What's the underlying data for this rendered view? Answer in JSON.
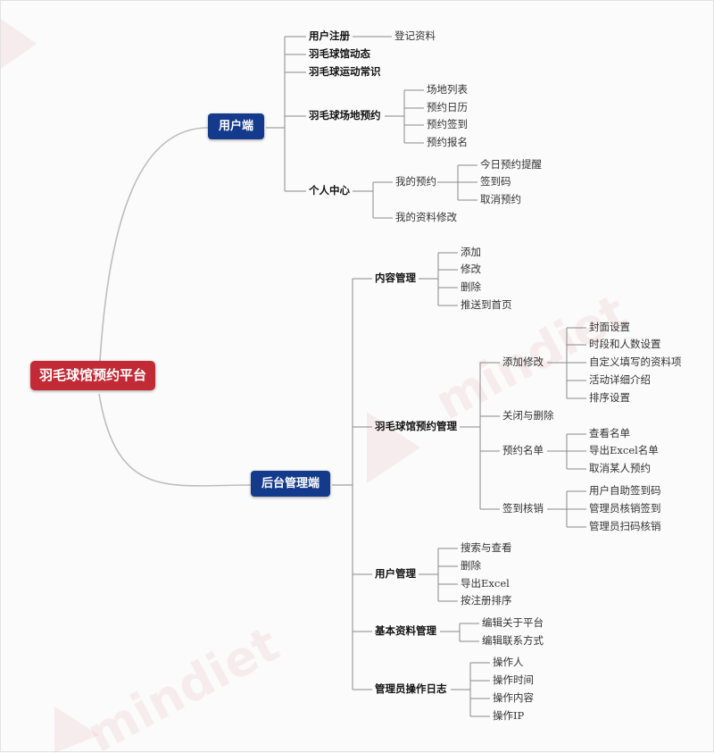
{
  "root": "羽毛球馆预约平台",
  "user_end": {
    "label": "用户端",
    "register": "用户注册",
    "register_info": "登记资料",
    "news": "羽毛球馆动态",
    "knowledge": "羽毛球运动常识",
    "venue_booking": "羽毛球场地预约",
    "venue_list": "场地列表",
    "booking_calendar": "预约日历",
    "booking_checkin": "预约签到",
    "booking_signup": "预约报名",
    "personal_center": "个人中心",
    "my_bookings": "我的预约",
    "today_reminder": "今日预约提醒",
    "checkin_code": "签到码",
    "cancel_booking": "取消预约",
    "my_profile_edit": "我的资料修改"
  },
  "admin_end": {
    "label": "后台管理端",
    "content_mgmt": "内容管理",
    "add": "添加",
    "modify": "修改",
    "delete": "删除",
    "push_home": "推送到首页",
    "venue_booking_mgmt": "羽毛球馆预约管理",
    "add_modify": "添加修改",
    "cover_setting": "封面设置",
    "time_quota_setting": "时段和人数设置",
    "custom_fields": "自定义填写的资料项",
    "activity_detail": "活动详细介绍",
    "sort_setting": "排序设置",
    "close_delete": "关闭与删除",
    "booking_list": "预约名单",
    "view_list": "查看名单",
    "export_list": "导出Excel名单",
    "cancel_someone": "取消某人预约",
    "checkin_verify": "签到核销",
    "self_checkin_code": "用户自助签到码",
    "admin_verify_checkin": "管理员核销签到",
    "admin_scan_verify": "管理员扫码核销",
    "user_mgmt": "用户管理",
    "search_view": "搜索与查看",
    "user_delete": "删除",
    "export_excel": "导出Excel",
    "sort_by_register": "按注册排序",
    "basic_info_mgmt": "基本资料管理",
    "edit_about": "编辑关于平台",
    "edit_contact": "编辑联系方式",
    "admin_log": "管理员操作日志",
    "operator": "操作人",
    "op_time": "操作时间",
    "op_content": "操作内容",
    "op_ip": "操作IP"
  },
  "colors": {
    "root": "#c22a36",
    "branch": "#143a8c",
    "curve": "#bdbdbd",
    "connector": "#8a8a8a"
  }
}
